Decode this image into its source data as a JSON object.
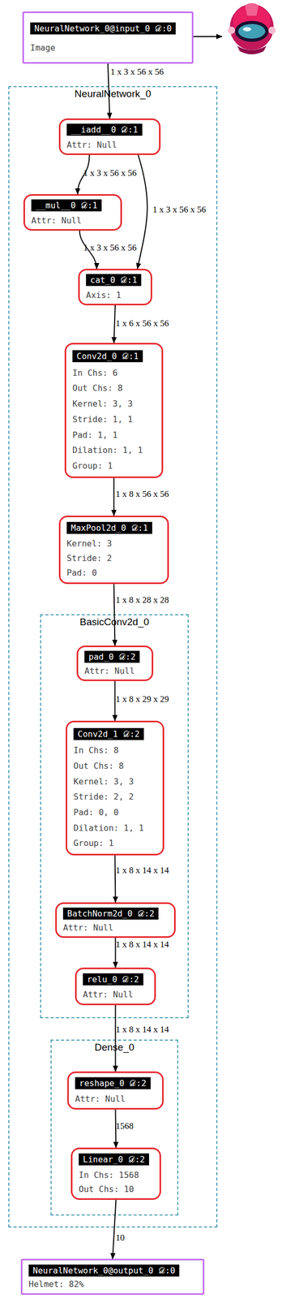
{
  "diagram": {
    "nodes": [
      {
        "text": [
          "NeuralNetwork_0@input_0 𝒟:0",
          "Image"
        ]
      },
      {
        "text": [
          "NeuralNetwork_0"
        ]
      },
      {
        "text": [
          "__iadd__0 𝒟:1",
          "Attr: Null"
        ],
        "in": 1
      },
      {
        "text": [
          "__mul__0 𝒟:1",
          "Attr: Null"
        ],
        "in": 1
      },
      {
        "text": [
          "cat_0 𝒟:1",
          "Axis: 1"
        ],
        "in": 1
      },
      {
        "text": [
          "Conv2d_0 𝒟:1",
          "In Chs: 6",
          "Out Chs: 8",
          "Kernel: 3, 3",
          "Stride: 1, 1",
          "Pad: 1, 1",
          "Dilation: 1, 1",
          "Group: 1"
        ],
        "in": 1
      },
      {
        "text": [
          "MaxPool2d_0 𝒟:1",
          "Kernel: 3",
          "Stride: 2",
          "Pad: 0"
        ],
        "in": 1
      },
      {
        "text": [
          "BasicConv2d_0"
        ],
        "in": 1
      },
      {
        "text": [
          "pad_0 𝒟:2",
          "Attr: Null"
        ],
        "in": 7
      },
      {
        "text": [
          "Conv2d_1 𝒟:2",
          "In Chs: 8",
          "Out Chs: 8",
          "Kernel: 3, 3",
          "Stride: 2, 2",
          "Pad: 0, 0",
          "Dilation: 1, 1",
          "Group: 1"
        ],
        "in": 7
      },
      {
        "text": [
          "BatchNorm2d_0 𝒟:2",
          "Attr: Null"
        ],
        "in": 7
      },
      {
        "text": [
          "relu_0 𝒟:2",
          "Attr: Null"
        ],
        "in": 7
      },
      {
        "text": [
          "Dense_0"
        ],
        "in": 1
      },
      {
        "text": [
          "reshape_0 𝒟:2",
          "Attr: Null"
        ],
        "in": 12
      },
      {
        "text": [
          "Linear_0 𝒟:2",
          "In Chs: 1568",
          "Out Chs: 10"
        ],
        "in": 12
      },
      {
        "text": [
          "NeuralNetwork_0@output_0 𝒟:0",
          "Helmet: 82%"
        ]
      }
    ],
    "edges": [
      {
        "from": 0,
        "to": 2,
        "label": "1 x 3 x 56 x 56",
        "arrow": "to"
      },
      {
        "from": 2,
        "to": 3,
        "label": "1 x 3 x 56 x 56",
        "arrow": "to"
      },
      {
        "from": 2,
        "to": 4,
        "label": "1 x 3 x 56 x 56",
        "arrow": "to"
      },
      {
        "from": 3,
        "to": 4,
        "label": "1 x 3 x 56 x 56",
        "arrow": "to"
      },
      {
        "from": 4,
        "to": 5,
        "label": "1 x 6 x 56 x 56",
        "arrow": "to"
      },
      {
        "from": 5,
        "to": 6,
        "label": "1 x 8 x 56 x 56",
        "arrow": "to"
      },
      {
        "from": 6,
        "to": 8,
        "label": "1 x 8 x 28 x 28",
        "arrow": "to"
      },
      {
        "from": 8,
        "to": 9,
        "label": "1 x 8 x 29 x 29",
        "arrow": "to"
      },
      {
        "from": 9,
        "to": 10,
        "label": "1 x 8 x 14 x 14",
        "arrow": "to"
      },
      {
        "from": 10,
        "to": 11,
        "label": "1 x 8 x 14 x 14",
        "arrow": "to"
      },
      {
        "from": 11,
        "to": 13,
        "label": "1 x 8 x 14 x 14",
        "arrow": "to"
      },
      {
        "from": 13,
        "to": 14,
        "label": "1568",
        "arrow": "to"
      },
      {
        "from": 14,
        "to": 15,
        "label": "10",
        "arrow": "to"
      }
    ]
  }
}
